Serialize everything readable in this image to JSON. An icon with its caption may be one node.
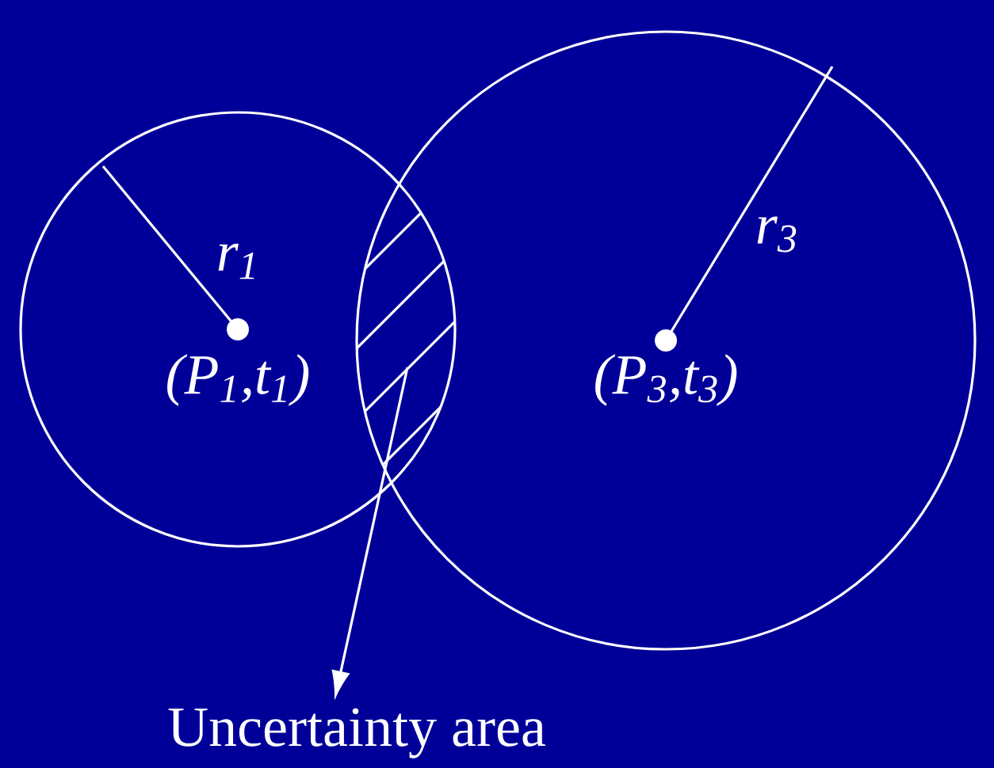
{
  "diagram": {
    "nodes": [
      {
        "text": [
          "r$_{1}$",
          "(P$_{1}$,t$_{1}$)"
        ]
      },
      {
        "text": [
          "r$_{3}$",
          "(P$_{3}$,t$_{3}$)"
        ]
      },
      {
        "text": [],
        "shape": "region"
      },
      {
        "text": [
          "Uncertainty area"
        ]
      }
    ],
    "edges": [
      {
        "from": 2,
        "to": 3,
        "arrow": "to"
      }
    ]
  }
}
